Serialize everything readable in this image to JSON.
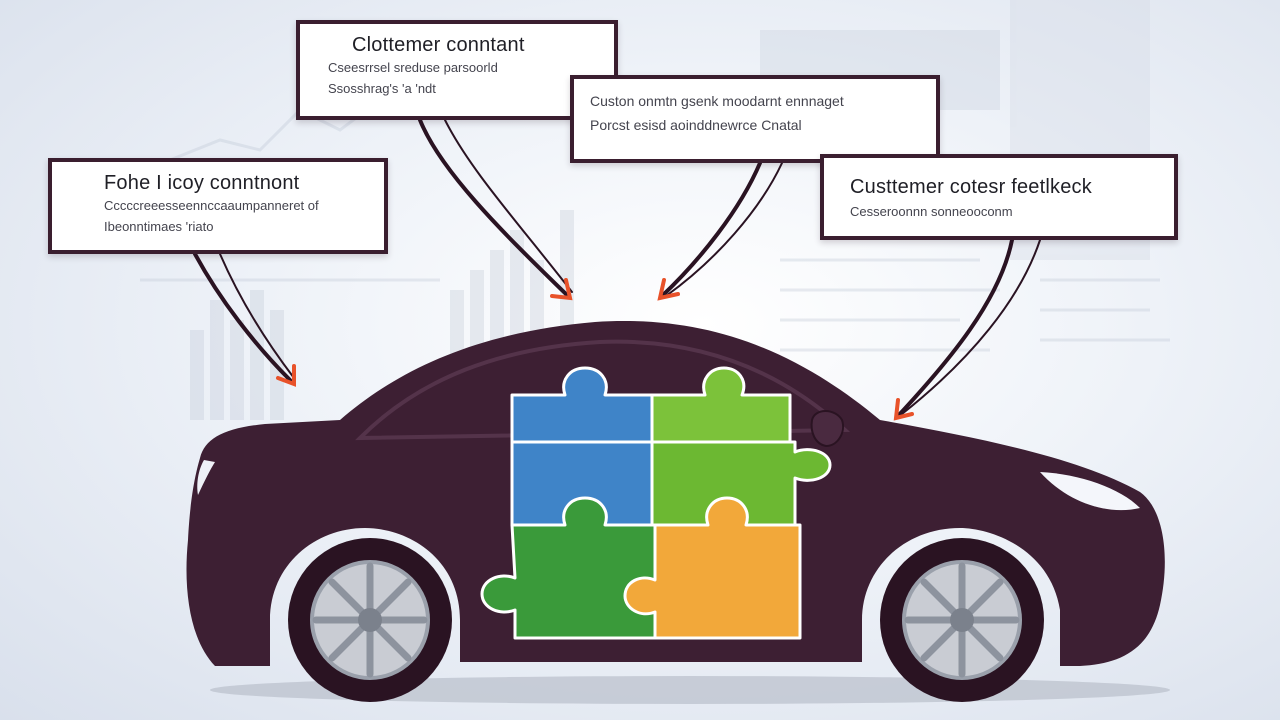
{
  "bubbles": [
    {
      "title": "Clottemer conntant",
      "lines": [
        "Cseesrrsel sreduse parsoorld",
        "Ssosshrag's 'a 'ndt"
      ]
    },
    {
      "title": "",
      "lines": [
        "Custon onmtn gsenk moodarnt ennnaget",
        "Porcst esisd aoinddnewrce Cnatal"
      ]
    },
    {
      "title": "Fohe I icoy conntnont",
      "lines": [
        "Cccccreeesseennccaaumpanneret of",
        "Ibeonntimaes 'riato"
      ]
    },
    {
      "title": "Custtemer cotesr feetlkeck",
      "lines": [
        "Cesseroonnn sonneooconm"
      ]
    }
  ],
  "colors": {
    "car_body": "#3d1f33",
    "puzzle_blue": "#3f84c8",
    "puzzle_lime": "#7cc23a",
    "puzzle_green": "#3a9a3a",
    "puzzle_orange": "#f2a83a",
    "arrow_head": "#e8522a"
  }
}
